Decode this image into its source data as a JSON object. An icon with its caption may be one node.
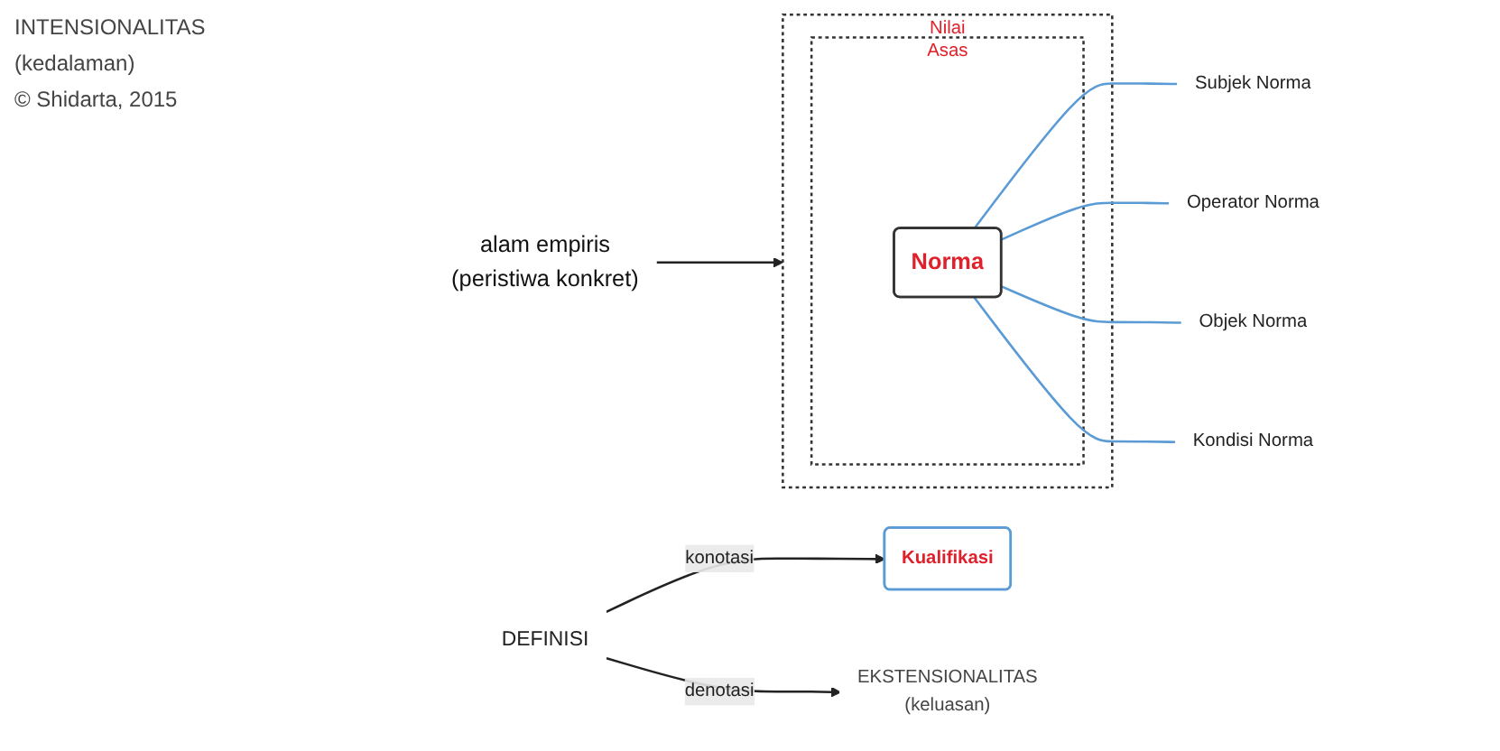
{
  "diagram": {
    "nodes": [
      {
        "text": [
          "Nilai"
        ]
      },
      {
        "text": [
          "Asas"
        ],
        "in": 0
      },
      {
        "text": [
          "Norma"
        ],
        "in": 1
      },
      {
        "text": [
          "Subjek Norma"
        ]
      },
      {
        "text": [
          "Operator Norma"
        ]
      },
      {
        "text": [
          "Objek Norma"
        ]
      },
      {
        "text": [
          "Kondisi Norma"
        ]
      },
      {
        "text": [
          "Kualifikasi"
        ]
      },
      {
        "text": [
          "DEFINISI"
        ]
      },
      {
        "text": [
          "EKSTENSIONALITAS",
          "(keluasan)"
        ]
      },
      {
        "text": [
          "alam empiris",
          "(peristiwa konkret)"
        ]
      }
    ],
    "edges": [
      {
        "from": 10,
        "to": 0,
        "arrow": "to",
        "color": "#222222"
      },
      {
        "from": 2,
        "to": 3,
        "arrow": "none"
      },
      {
        "from": 2,
        "to": 4,
        "arrow": "none"
      },
      {
        "from": 2,
        "to": 5,
        "arrow": "none"
      },
      {
        "from": 2,
        "to": 6,
        "arrow": "none"
      },
      {
        "from": 8,
        "to": 7,
        "arrow": "to",
        "label": "konotasi",
        "color": "#222222"
      },
      {
        "from": 8,
        "to": 9,
        "arrow": "to",
        "label": "denotasi",
        "color": "#222222"
      }
    ],
    "labels": [
      "INTENSIONALITAS",
      "(kedalaman)",
      "© Shidarta, 2015"
    ]
  }
}
